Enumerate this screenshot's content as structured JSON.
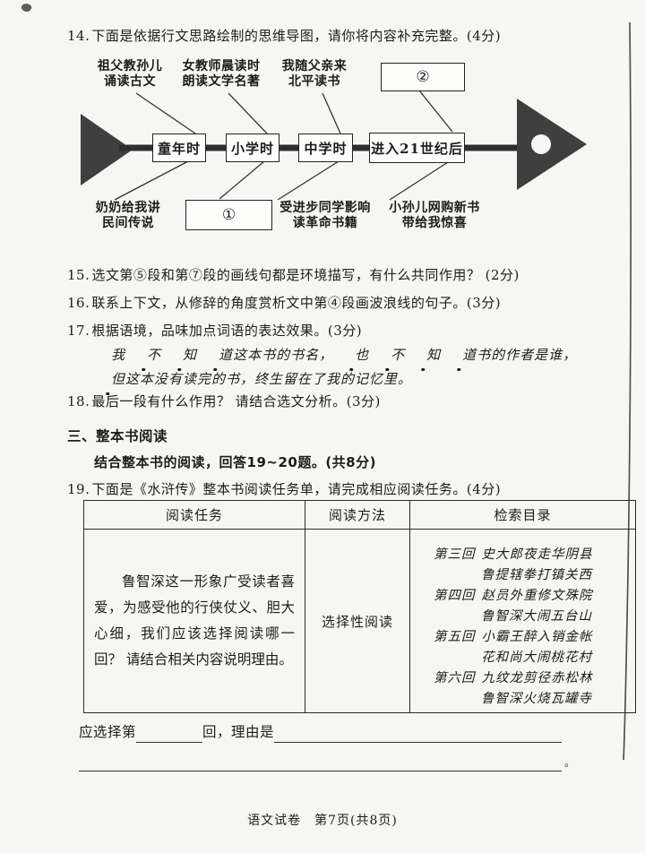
{
  "colors": {
    "ink": "#1c1c1c",
    "shape_fill": "#3f3f3f",
    "paper": "#f6f6f3"
  },
  "questions": [
    {
      "no": "14.",
      "text": "下面是依据行文思路绘制的思维导图，请你将内容补充完整。(4分)"
    },
    {
      "no": "15.",
      "text": "选文第⑤段和第⑦段的画线句都是环境描写，有什么共同作用？ (2分)"
    },
    {
      "no": "16.",
      "text": "联系上下文，从修辞的角度赏析文中第④段画波浪线的句子。(3分)"
    },
    {
      "no": "17.",
      "text": "根据语境，品味加点词语的表达效果。(3分)"
    },
    {
      "no": "18.",
      "text": "最后一段有什么作用？ 请结合选文分析。(3分)"
    },
    {
      "no": "19.",
      "text": "下面是《水浒传》整本书阅读任务单，请完成相应阅读任务。(4分)"
    }
  ],
  "diagram": {
    "top_labels": [
      {
        "line1": "祖父教孙儿",
        "line2": "诵读古文"
      },
      {
        "line1": "女教师晨读时",
        "line2": "朗读文学名著"
      },
      {
        "line1": "我随父亲来",
        "line2": "北平读书"
      }
    ],
    "blank_top": "②",
    "spine": [
      "童年时",
      "小学时",
      "中学时",
      "进入21世纪后"
    ],
    "bottom_labels": [
      {
        "line1": "奶奶给我讲",
        "line2": "民间传说"
      },
      {
        "line1": "受进步同学影响",
        "line2": "读革命书籍"
      },
      {
        "line1": "小孙儿网购新书",
        "line2": "带给我惊喜"
      }
    ],
    "blank_bottom": "①"
  },
  "quote": {
    "segments": [
      {
        "text": "我",
        "em": false
      },
      {
        "text": "不知道",
        "em": true
      },
      {
        "text": "这本书的书名，",
        "em": false
      },
      {
        "text": "也不知道",
        "em": true
      },
      {
        "text": "书的作者是谁，",
        "em": false
      },
      {
        "text": "但",
        "em": true
      },
      {
        "text": "这本没有读完的书，终生留在了我的记忆里。",
        "em": false
      }
    ]
  },
  "section3": {
    "title": "三、整本书阅读",
    "intro": "结合整本书的阅读，回答19~20题。(共8分)"
  },
  "task_table": {
    "headers": [
      "阅读任务",
      "阅读方法",
      "检索目录"
    ],
    "task": "鲁智深这一形象广受读者喜爱，为感受他的行侠仗义、胆大心细，我们应该选择阅读哪一回？ 请结合相关内容说明理由。",
    "method": "选择性阅读",
    "catalog": [
      {
        "no": "第三回",
        "title": "史大郎夜走华阴县",
        "subtitle": "鲁提辖拳打镇关西"
      },
      {
        "no": "第四回",
        "title": "赵员外重修文殊院",
        "subtitle": "鲁智深大闹五台山"
      },
      {
        "no": "第五回",
        "title": "小霸王醉入销金帐",
        "subtitle": "花和尚大闹桃花村"
      },
      {
        "no": "第六回",
        "title": "九纹龙剪径赤松林",
        "subtitle": "鲁智深火烧瓦罐寺"
      }
    ]
  },
  "answer_line": {
    "prefix": "应选择第",
    "mid": "回，理由是",
    "end_mark": "。"
  },
  "footer": "语文试卷　第7页(共8页)"
}
